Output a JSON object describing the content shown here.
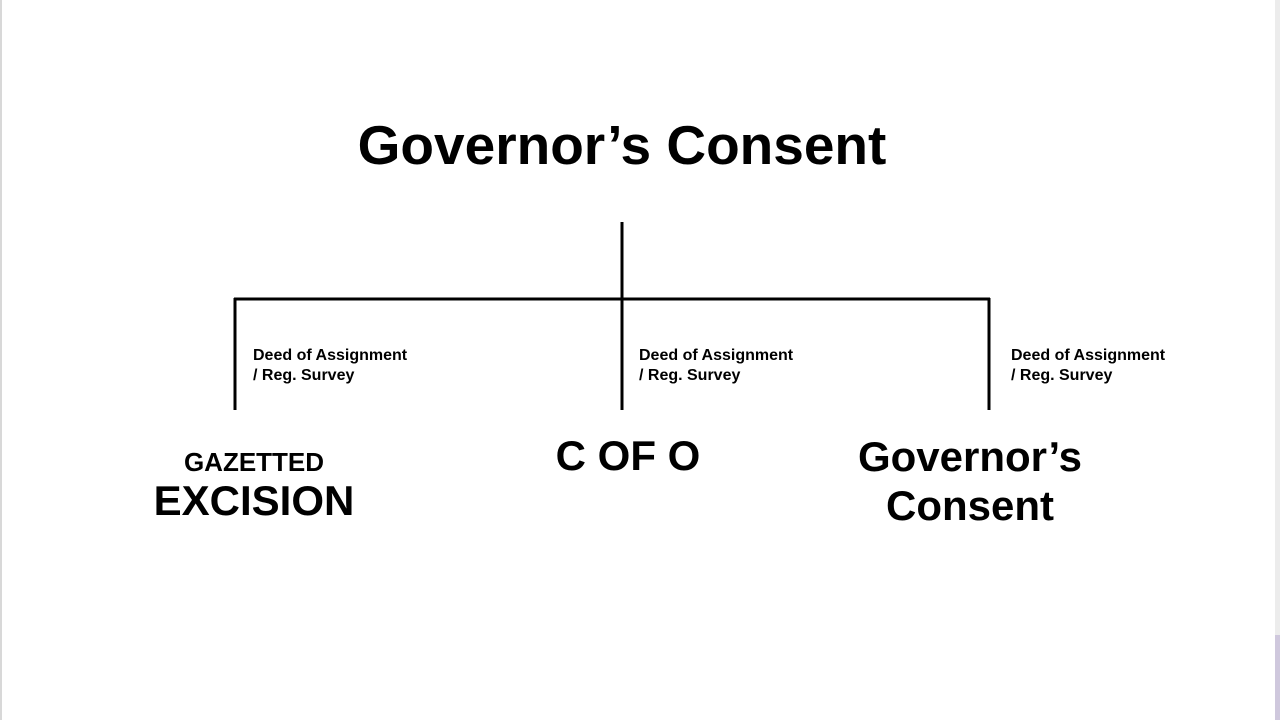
{
  "diagram": {
    "title": "Governor’s Consent",
    "edge_labels": [
      {
        "line1": "Deed of Assignment",
        "line2": "/ Reg. Survey"
      },
      {
        "line1": "Deed of Assignment",
        "line2": "/ Reg. Survey"
      },
      {
        "line1": "Deed of Assignment",
        "line2": "/ Reg. Survey"
      }
    ],
    "nodes": {
      "gazetted_excision": {
        "line1": "GAZETTED",
        "line2": "EXCISION"
      },
      "c_of_o": {
        "label": "C OF O"
      },
      "governors_consent": {
        "line1": "Governor’s",
        "line2": "Consent"
      }
    }
  },
  "colors": {
    "line": "#000000",
    "background": "#ffffff"
  }
}
